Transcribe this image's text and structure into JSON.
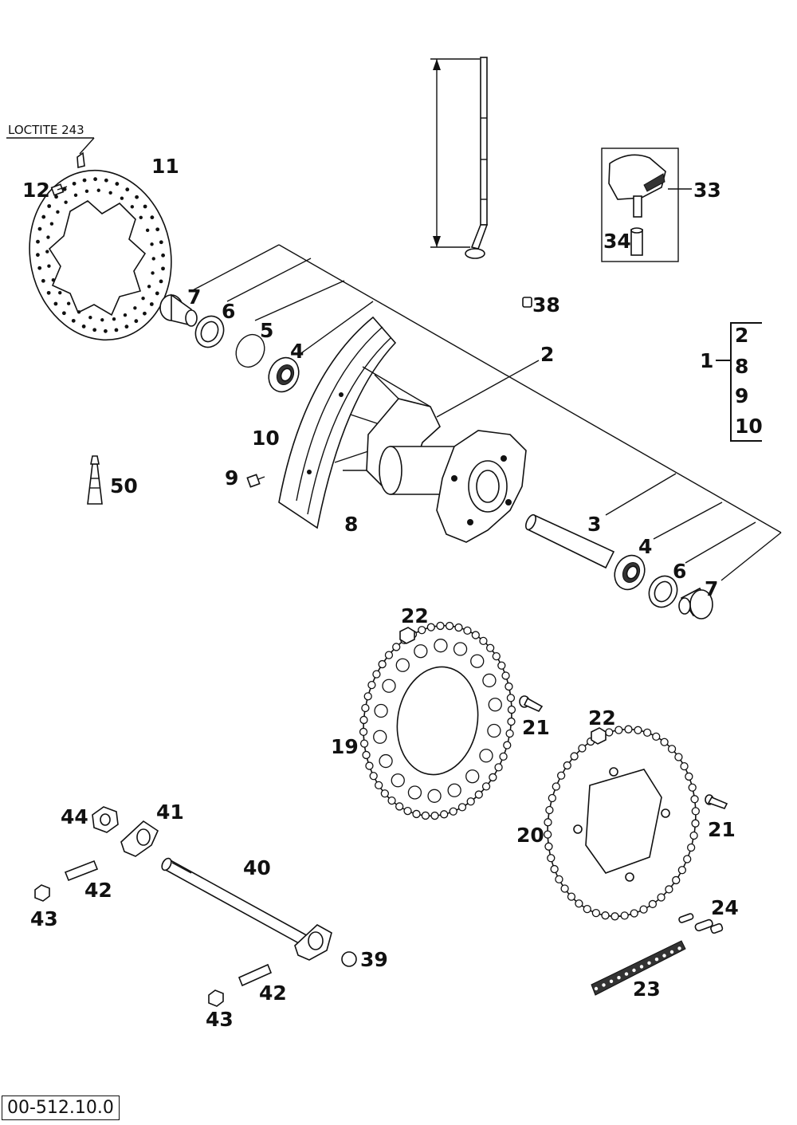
{
  "note": {
    "text": "LOCTITE 243"
  },
  "diagram_code": "00-512.10.0",
  "assembly": {
    "label": "1",
    "includes": [
      "2",
      "8",
      "9",
      "10"
    ]
  },
  "callouts": {
    "p2": "2",
    "p3": "3",
    "p4a": "4",
    "p4b": "4",
    "p5": "5",
    "p6a": "6",
    "p6b": "6",
    "p7a": "7",
    "p7b": "7",
    "p8": "8",
    "p9": "9",
    "p10": "10",
    "p11": "11",
    "p12": "12",
    "p19": "19",
    "p20": "20",
    "p21a": "21",
    "p21b": "21",
    "p22a": "22",
    "p22b": "22",
    "p23": "23",
    "p24": "24",
    "p33": "33",
    "p34": "34",
    "p38": "38",
    "p39": "39",
    "p40": "40",
    "p41": "41",
    "p42a": "42",
    "p42b": "42",
    "p43a": "43",
    "p43b": "43",
    "p44": "44",
    "p50": "50"
  }
}
